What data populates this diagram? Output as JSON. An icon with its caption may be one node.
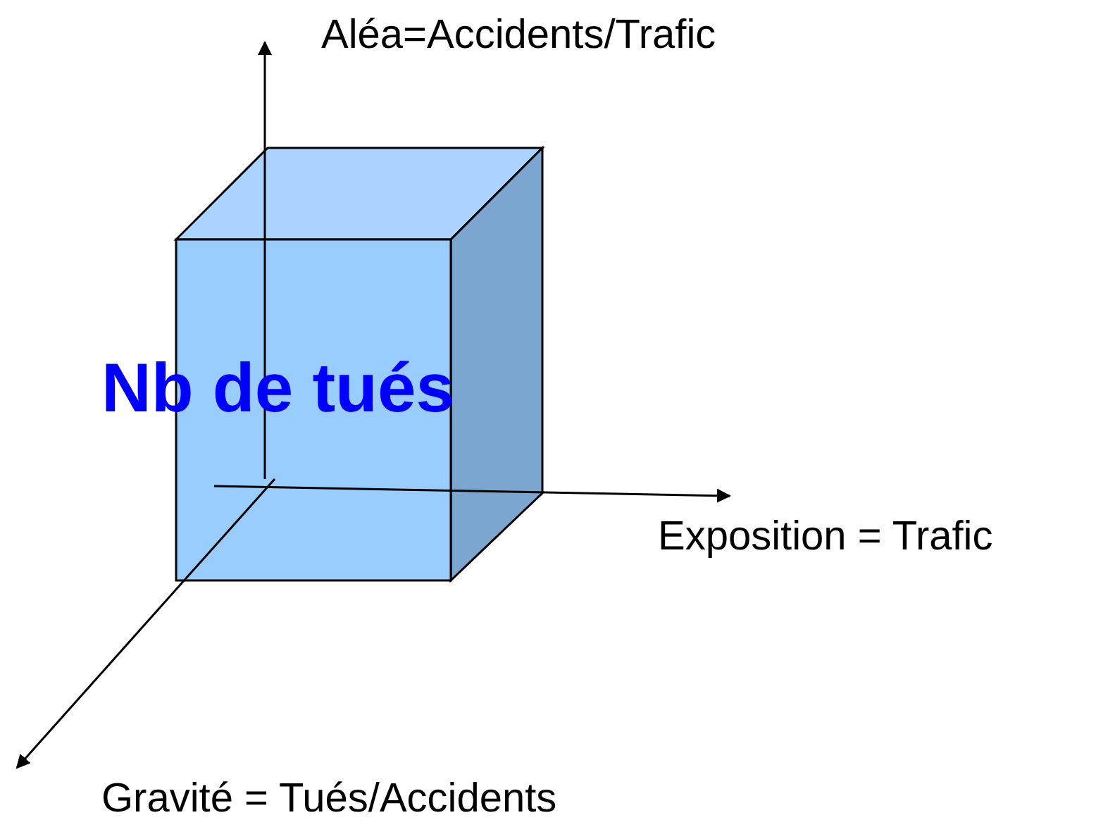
{
  "diagram": {
    "nodes": [
      {
        "text": [
          "Nb de tués"
        ]
      }
    ],
    "labels": [
      "Aléa=Accidents/Trafic",
      "Exposition = Trafic",
      "Gravité = Tués/Accidents"
    ]
  }
}
